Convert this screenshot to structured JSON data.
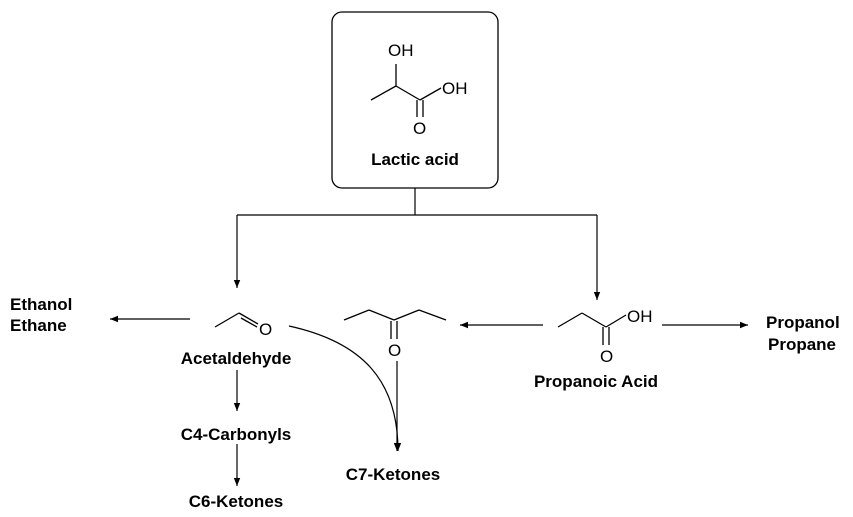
{
  "start": {
    "name": "Lactic acid",
    "oh1": "OH",
    "oh2": "OH",
    "o": "O"
  },
  "acetaldehyde": {
    "name": "Acetaldehyde",
    "o": "O"
  },
  "propanoic": {
    "name": "Propanoic Acid",
    "oh": "OH",
    "o": "O"
  },
  "ketone": {
    "o": "O"
  },
  "products": {
    "ethanol": "Ethanol",
    "ethane": "Ethane",
    "propanol": "Propanol",
    "propane": "Propane",
    "c4": "C4-Carbonyls",
    "c6": "C6-Ketones",
    "c7": "C7-Ketones"
  }
}
